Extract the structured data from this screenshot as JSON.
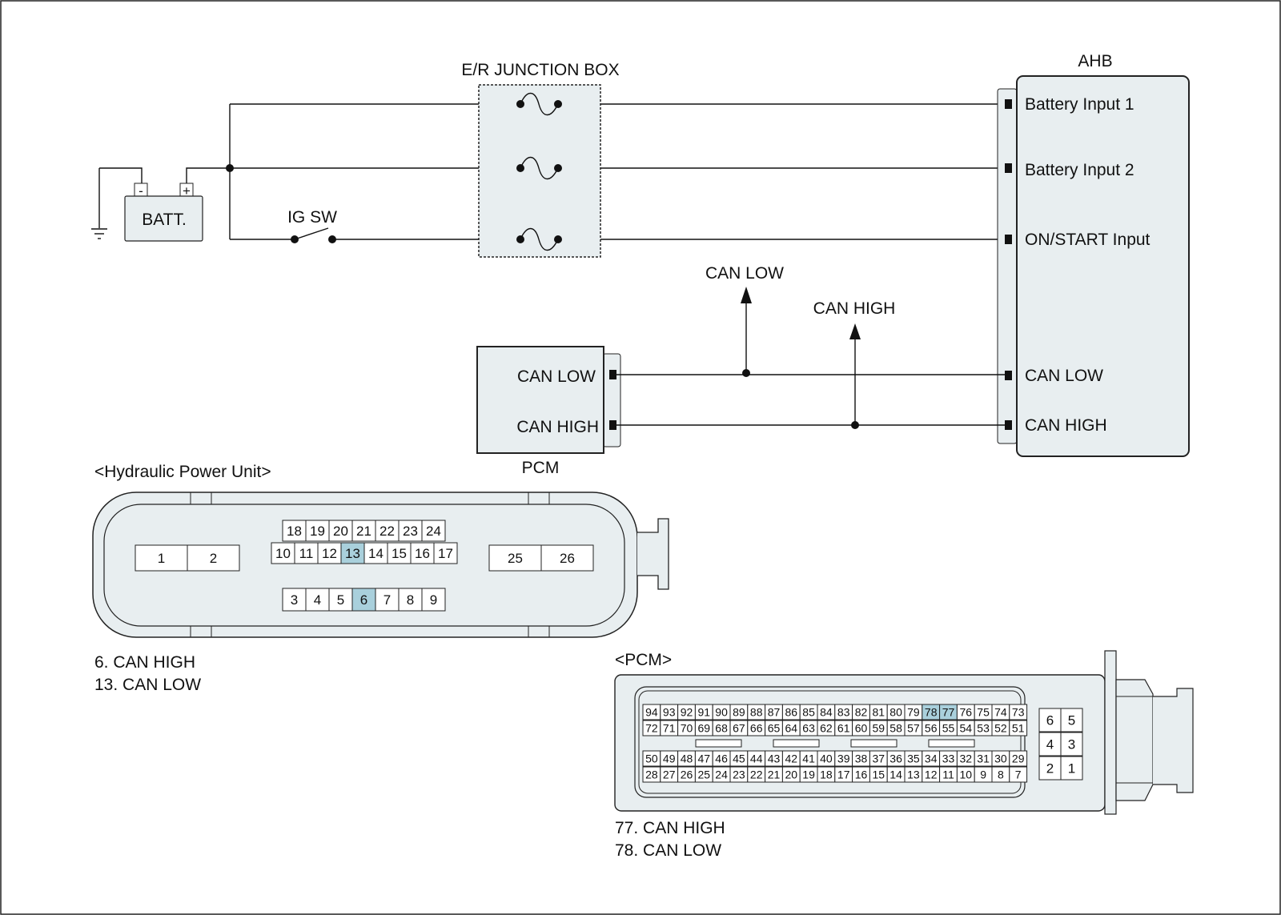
{
  "colors": {
    "housing": "#e8eef0",
    "highlight": "#a9d0dc",
    "line": "#111111"
  },
  "junction_box": {
    "title": "E/R JUNCTION BOX"
  },
  "battery": {
    "label": "BATT.",
    "minus": "-",
    "plus": "+"
  },
  "ig_switch": {
    "label": "IG SW"
  },
  "ahb": {
    "title": "AHB",
    "pins": [
      "Battery Input 1",
      "Battery Input 2",
      "ON/START Input",
      "CAN LOW",
      "CAN HIGH"
    ]
  },
  "pcm_module": {
    "title": "PCM",
    "pins": [
      "CAN LOW",
      "CAN HIGH"
    ]
  },
  "can_arrows": {
    "low": "CAN LOW",
    "high": "CAN HIGH"
  },
  "hpu_connector": {
    "title": "<Hydraulic Power Unit>",
    "left_pins": [
      "1",
      "2"
    ],
    "top_row": [
      "18",
      "19",
      "20",
      "21",
      "22",
      "23",
      "24"
    ],
    "mid_row": [
      "10",
      "11",
      "12",
      "13",
      "14",
      "15",
      "16",
      "17"
    ],
    "bottom_row": [
      "3",
      "4",
      "5",
      "6",
      "7",
      "8",
      "9"
    ],
    "right_pins": [
      "25",
      "26"
    ],
    "highlighted": [
      "13",
      "6"
    ],
    "legend": [
      "6. CAN HIGH",
      "13. CAN LOW"
    ]
  },
  "pcm_connector": {
    "title": "<PCM>",
    "row1": [
      "94",
      "93",
      "92",
      "91",
      "90",
      "89",
      "88",
      "87",
      "86",
      "85",
      "84",
      "83",
      "82",
      "81",
      "80",
      "79",
      "78",
      "77",
      "76",
      "75",
      "74",
      "73"
    ],
    "row2": [
      "72",
      "71",
      "70",
      "69",
      "68",
      "67",
      "66",
      "65",
      "64",
      "63",
      "62",
      "61",
      "60",
      "59",
      "58",
      "57",
      "56",
      "55",
      "54",
      "53",
      "52",
      "51"
    ],
    "row3": [
      "50",
      "49",
      "48",
      "47",
      "46",
      "45",
      "44",
      "43",
      "42",
      "41",
      "40",
      "39",
      "38",
      "37",
      "36",
      "35",
      "34",
      "33",
      "32",
      "31",
      "30",
      "29"
    ],
    "row4": [
      "28",
      "27",
      "26",
      "25",
      "24",
      "23",
      "22",
      "21",
      "20",
      "19",
      "18",
      "17",
      "16",
      "15",
      "14",
      "13",
      "12",
      "11",
      "10",
      "9",
      "8",
      "7"
    ],
    "small_block": [
      [
        "6",
        "5"
      ],
      [
        "4",
        "3"
      ],
      [
        "2",
        "1"
      ]
    ],
    "highlighted": [
      "78",
      "77"
    ],
    "legend": [
      "77. CAN HIGH",
      "78. CAN LOW"
    ]
  }
}
